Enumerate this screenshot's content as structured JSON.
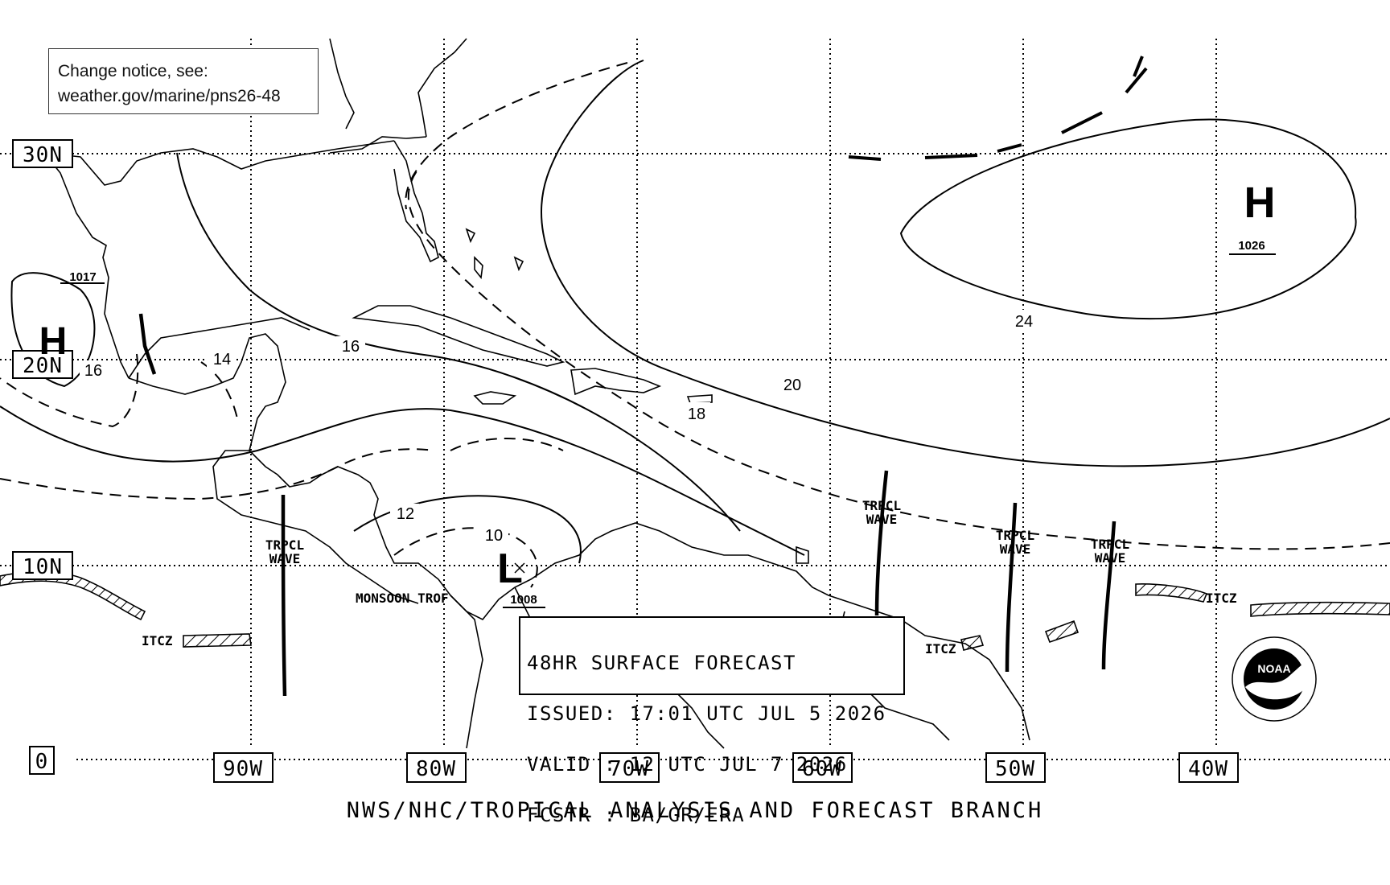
{
  "notice": {
    "line1": "Change notice, see:",
    "line2": "weather.gov/marine/pns26-48"
  },
  "lat_labels": [
    "30N",
    "20N",
    "10N",
    "0"
  ],
  "lon_labels": [
    "90W",
    "80W",
    "70W",
    "60W",
    "50W",
    "40W"
  ],
  "highs": [
    {
      "symbol": "H",
      "pressure": "1017"
    },
    {
      "symbol": "H",
      "pressure": "1026"
    }
  ],
  "low": {
    "symbol": "L",
    "pressure": "1008"
  },
  "isobars": [
    "24",
    "20",
    "18",
    "16",
    "16",
    "14",
    "12",
    "10"
  ],
  "tropical_wave_label": [
    "TRPCL",
    "WAVE"
  ],
  "itcz_label": "ITCZ",
  "monsoon_label": "MONSOON TROF",
  "forecast": {
    "line1": "48HR SURFACE FORECAST",
    "line2": "ISSUED: 17:01 UTC JUL 5 2026",
    "line3": "VALID : 12 UTC JUL 7 2026",
    "line4": "FCSTR : BA/GR/ERA"
  },
  "footer": "NWS/NHC/TROPICAL ANALYSIS AND FORECAST BRANCH",
  "logo": {
    "name": "noaa-logo",
    "text": "NOAA"
  }
}
